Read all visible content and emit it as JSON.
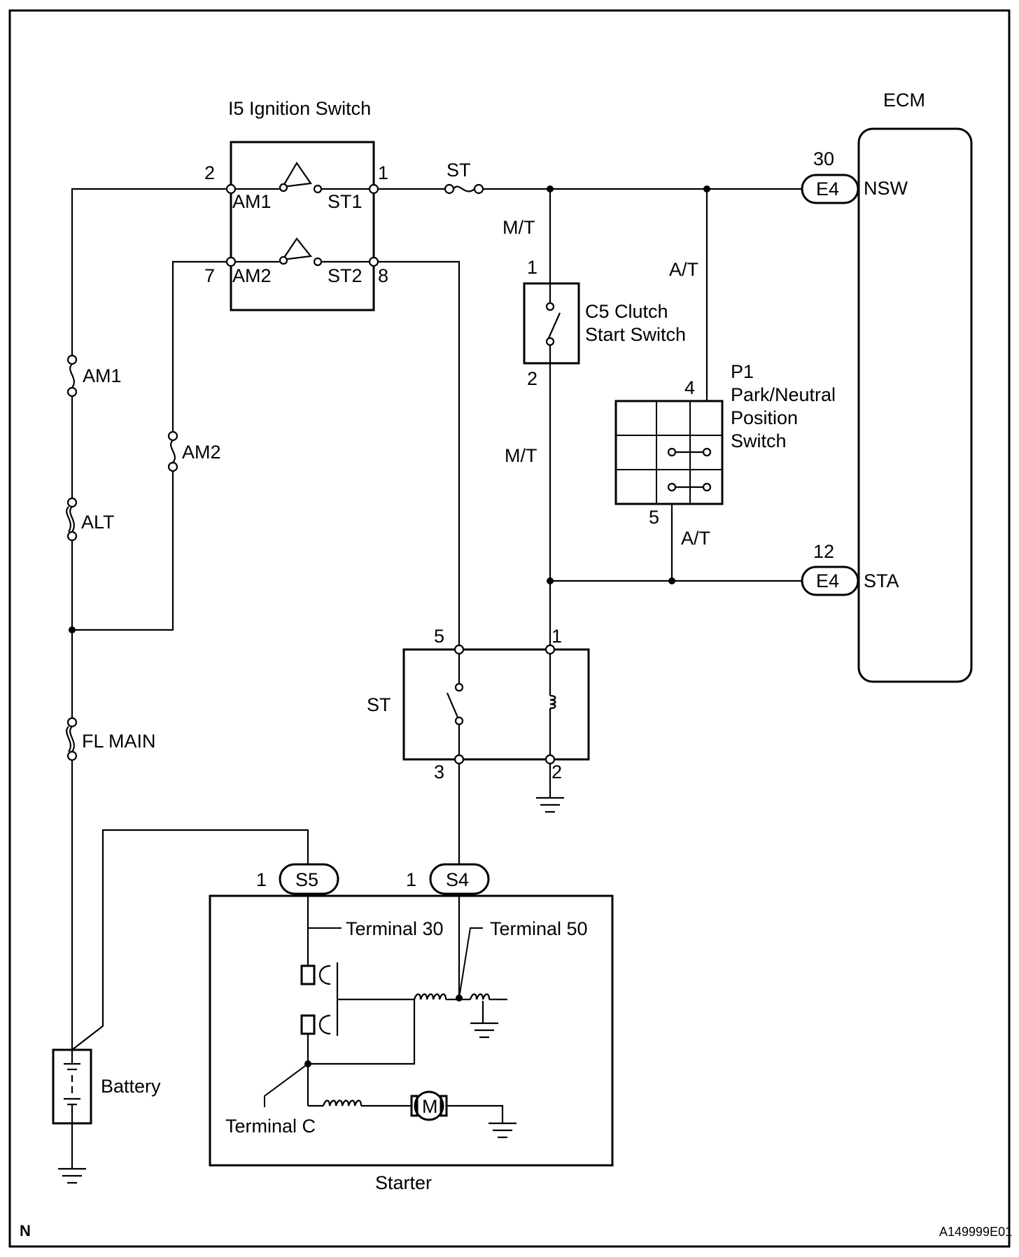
{
  "labels": {
    "ignition_switch": "I5 Ignition Switch",
    "ecm": "ECM",
    "clutch_line1": "C5 Clutch",
    "clutch_line2": "Start Switch",
    "pn_line1": "P1",
    "pn_line2": "Park/Neutral",
    "pn_line3": "Position",
    "pn_line4": "Switch",
    "st_relay": "ST",
    "st_fuse": "ST",
    "fuse_am1": "AM1",
    "fuse_am2": "AM2",
    "fuse_alt": "ALT",
    "fuse_flmain": "FL MAIN",
    "battery": "Battery",
    "starter": "Starter",
    "terminal_30": "Terminal 30",
    "terminal_50": "Terminal 50",
    "terminal_c": "Terminal C",
    "motor": "M",
    "mt_upper": "M/T",
    "mt_lower": "M/T",
    "at_upper": "A/T",
    "at_lower": "A/T",
    "am1_term": "AM1",
    "st1_term": "ST1",
    "am2_term": "AM2",
    "st2_term": "ST2",
    "nsw": "NSW",
    "sta": "STA",
    "conn_e4_nsw": "E4",
    "conn_e4_sta": "E4",
    "conn_s5": "S5",
    "conn_s4": "S4",
    "corner_n": "N",
    "figure_id": "A149999E01"
  },
  "pins": {
    "ig_2": "2",
    "ig_1": "1",
    "ig_7": "7",
    "ig_8": "8",
    "clutch_1": "1",
    "clutch_2": "2",
    "pn_4": "4",
    "pn_5": "5",
    "ecm_30": "30",
    "ecm_12": "12",
    "relay_5": "5",
    "relay_1": "1",
    "relay_3": "3",
    "relay_2": "2",
    "s5_1": "1",
    "s4_1": "1"
  }
}
